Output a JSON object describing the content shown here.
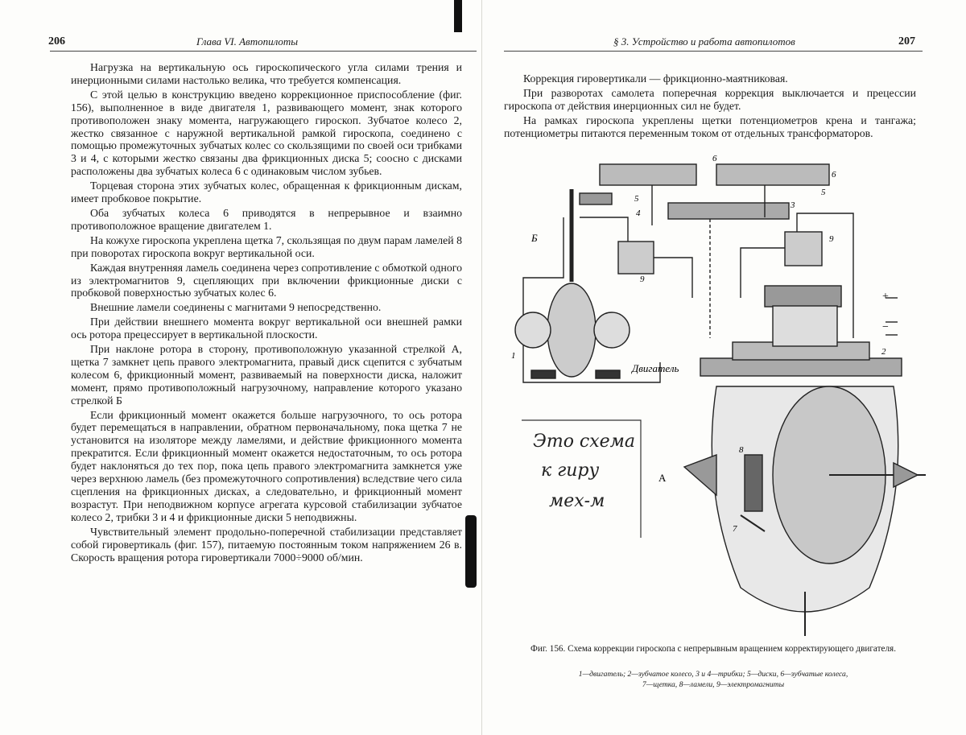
{
  "left": {
    "page_number": "206",
    "header": "Глава VI. Автопилоты",
    "paragraphs": [
      "Нагрузка на вертикальную ось гироскопического угла силами трения и инерционными силами настолько велика, что требуется компенсация.",
      "С этой целью в конструкцию введено коррекционное приспособление (фиг. 156), выполненное в виде двигателя 1, развивающего момент, знак которого противоположен знаку момента, нагружающего гироскоп. Зубчатое колесо 2, жестко связанное с наружной вертикальной рамкой гироскопа, соединено с помощью промежуточных зубчатых колес со скользящими по своей оси трибками 3 и 4, с которыми жестко связаны два фрикционных диска 5; соосно с дисками расположены два зубчатых колеса 6 с одинаковым числом зубьев.",
      "Торцевая сторона этих зубчатых колес, обращенная к фрикционным дискам, имеет пробковое покрытие.",
      "Оба зубчатых колеса 6 приводятся в непрерывное и взаимно противоположное вращение двигателем 1.",
      "На кожухе гироскопа укреплена щетка 7, скользящая по двум парам ламелей 8 при поворотах гироскопа вокруг вертикальной оси.",
      "Каждая внутренняя ламель соединена через сопротивление с обмоткой одного из электромагнитов 9, сцепляющих при включении фрикционные диски с пробковой поверхностью зубчатых колес 6.",
      "Внешние ламели соединены с магнитами 9 непосредственно.",
      "При действии внешнего момента вокруг вертикальной оси внешней рамки ось ротора прецессирует в вертикальной плоскости.",
      "При наклоне ротора в сторону, противоположную указанной стрелкой А, щетка 7 замкнет цепь правого электромагнита, правый диск сцепится с зубчатым колесом 6, фрикционный момент, развиваемый на поверхности диска, наложит момент, прямо противоположный нагрузочному, направление которого указано стрелкой Б",
      "Если фрикционный момент окажется больше нагрузочного, то ось ротора будет перемещаться в направлении, обратном первоначальному, пока щетка 7 не установится на изоляторе между ламелями, и действие фрикционного момента прекратится. Если фрикционный момент окажется недостаточным, то ось ротора будет наклоняться до тех пор, пока цепь правого электромагнита замкнется уже через верхнюю ламель (без промежуточного сопротивления) вследствие чего сила сцепления на фрикционных дисках, а следовательно, и фрикционный момент возрастут. При неподвижном корпусе агрегата курсовой стабилизации зубчатое колесо 2, трибки 3 и 4 и фрикционные диски 5 неподвижны.",
      "Чувствительный элемент продольно-поперечной стабилизации представляет собой гировертикаль (фиг. 157), питаемую постоянным током напряжением 26 в. Скорость вращения ротора гировертикали 7000÷9000 об/мин."
    ]
  },
  "right": {
    "page_number": "207",
    "header": "§ 3. Устройство и работа автопилотов",
    "paragraphs": [
      "Коррекция гировертикали — фрикционно-маятниковая.",
      "При разворотах самолета поперечная коррекция выключается и прецессии гироскопа от действия инерционных сил не будет.",
      "На рамках гироскопа укреплены щетки потенциометров крена и тангажа; потенциометры питаются переменным током от отдельных трансформаторов."
    ],
    "figure": {
      "labels": {
        "b": "Б",
        "a": "А",
        "motor": "Двигатель",
        "plus": "+",
        "minus": "−",
        "n1": "1",
        "n2": "2",
        "n3": "3",
        "n4": "4",
        "n5a": "5",
        "n5b": "5",
        "n6a": "6",
        "n6b": "6",
        "n7": "7",
        "n8": "8",
        "n9a": "9",
        "n9b": "9"
      },
      "caption": "Фиг. 156. Схема коррекции гироскопа с непрерывным вращением корректирующего двигателя.",
      "legend_line1": "1—двигатель; 2—зубчатое колесо, 3 и 4—трибки; 5—диски, 6—зубчатые колеса,",
      "legend_line2": "7—щетка, 8—ламели, 9—электромагниты"
    },
    "handwriting": [
      "Это схема",
      "к гиру",
      "мех-м"
    ]
  }
}
